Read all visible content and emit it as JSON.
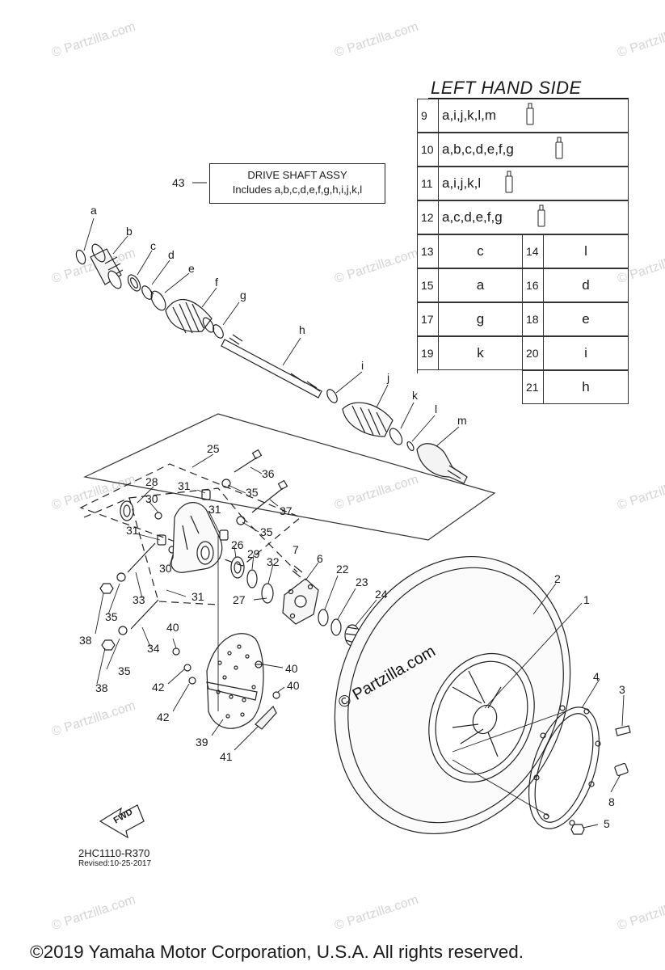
{
  "watermark": "© Partzilla.com",
  "center_mark": "© Partzilla.com",
  "side_table": {
    "title": "LEFT HAND SIDE",
    "full_rows": [
      {
        "num": "9",
        "codes": "a,i,j,k,l,m"
      },
      {
        "num": "10",
        "codes": "a,b,c,d,e,f,g"
      },
      {
        "num": "11",
        "codes": "a,i,j,k,l"
      },
      {
        "num": "12",
        "codes": "a,c,d,e,f,g"
      }
    ],
    "pair_rows": [
      {
        "n1": "13",
        "c1": "c",
        "n2": "14",
        "c2": "l"
      },
      {
        "n1": "15",
        "c1": "a",
        "n2": "16",
        "c2": "d"
      },
      {
        "n1": "17",
        "c1": "g",
        "n2": "18",
        "c2": "e"
      },
      {
        "n1": "19",
        "c1": "k",
        "n2": "20",
        "c2": "i"
      }
    ],
    "last_row": {
      "num": "21",
      "code": "h"
    }
  },
  "drive_shaft": {
    "number": "43",
    "title": "DRIVE SHAFT ASSY",
    "includes": "Includes a,b,c,d,e,f,g,h,i,j,k,l"
  },
  "letters": {
    "a": "a",
    "b": "b",
    "c": "c",
    "d": "d",
    "e": "e",
    "f": "f",
    "g": "g",
    "h": "h",
    "i": "i",
    "j": "j",
    "k": "k",
    "l": "l",
    "m": "m"
  },
  "numbers": {
    "n1": "1",
    "n2": "2",
    "n3": "3",
    "n4": "4",
    "n5": "5",
    "n6": "6",
    "n7": "7",
    "n8": "8",
    "n22": "22",
    "n23": "23",
    "n24": "24",
    "n25": "25",
    "n26": "26",
    "n27": "27",
    "n28": "28",
    "n29": "29",
    "n30": "30",
    "n31": "31",
    "n32": "32",
    "n33": "33",
    "n34": "34",
    "n35": "35",
    "n36": "36",
    "n37": "37",
    "n38": "38",
    "n39": "39",
    "n40": "40",
    "n41": "41",
    "n42": "42"
  },
  "fwd_label": "FWD",
  "drawing_code": "2HC1110-R370",
  "revised": "Revised:10-25-2017",
  "copyright": "©2019 Yamaha Motor Corporation, U.S.A. All rights reserved."
}
